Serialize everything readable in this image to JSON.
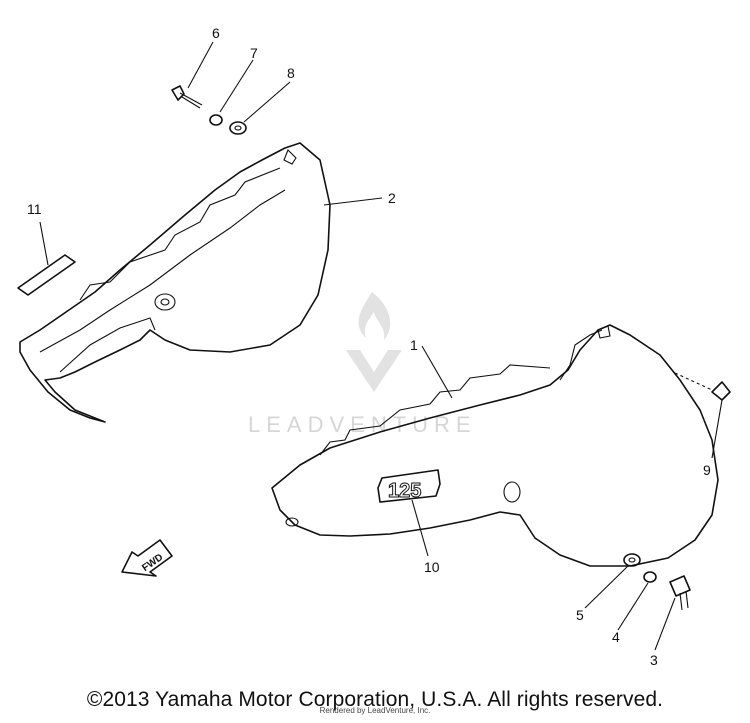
{
  "diagram": {
    "callouts": [
      "1",
      "2",
      "3",
      "4",
      "5",
      "6",
      "7",
      "8",
      "9",
      "10",
      "11"
    ],
    "emblem_text": "125",
    "fwd_label": "FWD"
  },
  "watermark": {
    "text": "LEADVENTURE"
  },
  "footer": {
    "copyright": "©2013 Yamaha Motor Corporation, U.S.A. All rights reserved.",
    "rendered_by": "Rendered by LeadVenture, Inc."
  }
}
